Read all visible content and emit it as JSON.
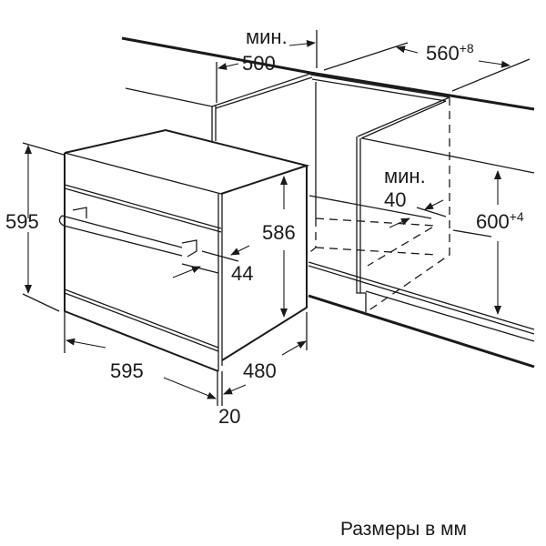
{
  "labels": {
    "top_min": "мин.",
    "top_500": "500",
    "width_560": "560",
    "width_560_tol": "+8",
    "height_595": "595",
    "height_586": "586",
    "niche_600": "600",
    "niche_600_tol": "+4",
    "inner_min": "мин.",
    "inner_40": "40",
    "panel_44": "44",
    "bottom_595": "595",
    "depth_480": "480",
    "front_20": "20"
  },
  "caption": "Размеры в мм"
}
